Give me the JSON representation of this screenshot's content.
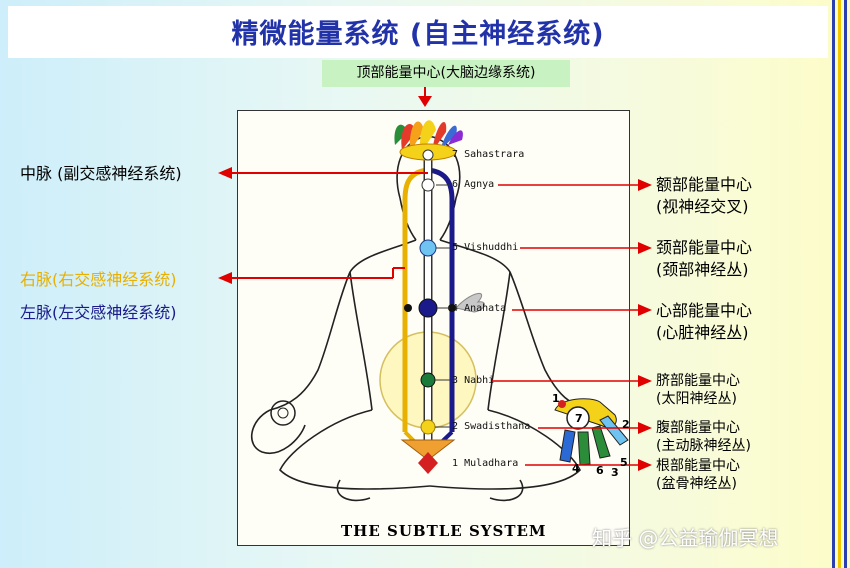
{
  "title": "精微能量系统 (自主神经系统)",
  "top_center": "顶部能量中心(大脑边缘系统)",
  "caption": "THE SUBTLE SYSTEM",
  "left_labels": {
    "central": "中脉 (副交感神经系统)",
    "right": "右脉(右交感神经系统)",
    "left": "左脉(左交感神经系统)"
  },
  "chakras": [
    {
      "num": "7",
      "name": "Sahastrara",
      "cn_line1": "",
      "cn_line2": ""
    },
    {
      "num": "6",
      "name": "Agnya",
      "cn_line1": "额部能量中心",
      "cn_line2": "(视神经交叉)"
    },
    {
      "num": "5",
      "name": "Vishuddhi",
      "cn_line1": "颈部能量中心",
      "cn_line2": "(颈部神经丛)"
    },
    {
      "num": "4",
      "name": "Anahata",
      "cn_line1": "心部能量中心",
      "cn_line2": "(心脏神经丛)"
    },
    {
      "num": "3",
      "name": "Nabhi",
      "cn_line1": "脐部能量中心",
      "cn_line2": "(太阳神经丛)"
    },
    {
      "num": "2",
      "name": "Swadisthana",
      "cn_line1": "腹部能量中心",
      "cn_line2": "(主动脉神经丛)"
    },
    {
      "num": "1",
      "name": "Muladhara",
      "cn_line1": "根部能量中心",
      "cn_line2": "(盆骨神经丛)"
    }
  ],
  "hand_numbers": [
    "1",
    "7",
    "2",
    "4",
    "6",
    "3",
    "5"
  ],
  "watermark": "知乎 @公益瑜伽冥想",
  "colors": {
    "title": "#2233aa",
    "arrow": "#e00000",
    "right_channel": "#e8b000",
    "left_channel": "#1a1a8a",
    "central_channel": "#ffffff",
    "top_box": "#c9f2c2"
  }
}
